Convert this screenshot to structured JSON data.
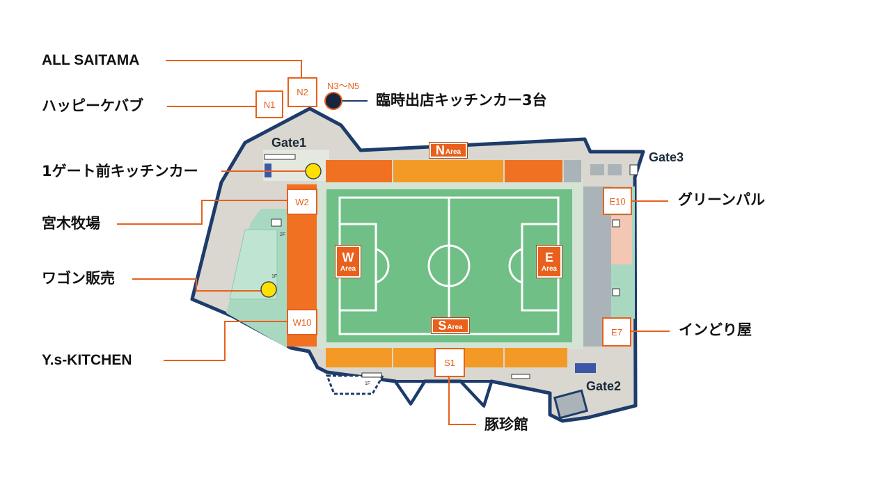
{
  "gates": {
    "gate1": "Gate1",
    "gate2": "Gate2",
    "gate3": "Gate3"
  },
  "areas": {
    "n": {
      "letter": "N",
      "word": "Area"
    },
    "s": {
      "letter": "S",
      "word": "Area"
    },
    "w": {
      "letter": "W",
      "word": "Area"
    },
    "e": {
      "letter": "E",
      "word": "Area"
    }
  },
  "floors": {
    "f1_west": "1F",
    "f2_west": "2F",
    "f1_south": "1F"
  },
  "booths": {
    "n1": "N1",
    "n2": "N2",
    "n3_n5": "N3～N5",
    "w2": "W2",
    "w10": "W10",
    "e10": "E10",
    "e7": "E7",
    "s1": "S1"
  },
  "vendors": {
    "all_saitama": "ALL SAITAMA",
    "happy_kebab": "ハッピーケバブ",
    "kitchen_car_3": "臨時出店キッチンカー3台",
    "gate1_kitchen_car": "1ゲート前キッチンカー",
    "miyaki_farm": "宮木牧場",
    "wagon_sales": "ワゴン販売",
    "ys_kitchen": "Y.s-KITCHEN",
    "green_pal": "グリーンパル",
    "indoriya": "インどり屋",
    "tonchinkan": "豚珍館"
  },
  "colors": {
    "accent_orange": "#e8601c",
    "stand_orange": "#f39a26",
    "pitch_green": "#6fbf86",
    "outline_navy": "#1d3c6b",
    "marker_yellow": "#ffe100",
    "marker_navy": "#16263f"
  }
}
